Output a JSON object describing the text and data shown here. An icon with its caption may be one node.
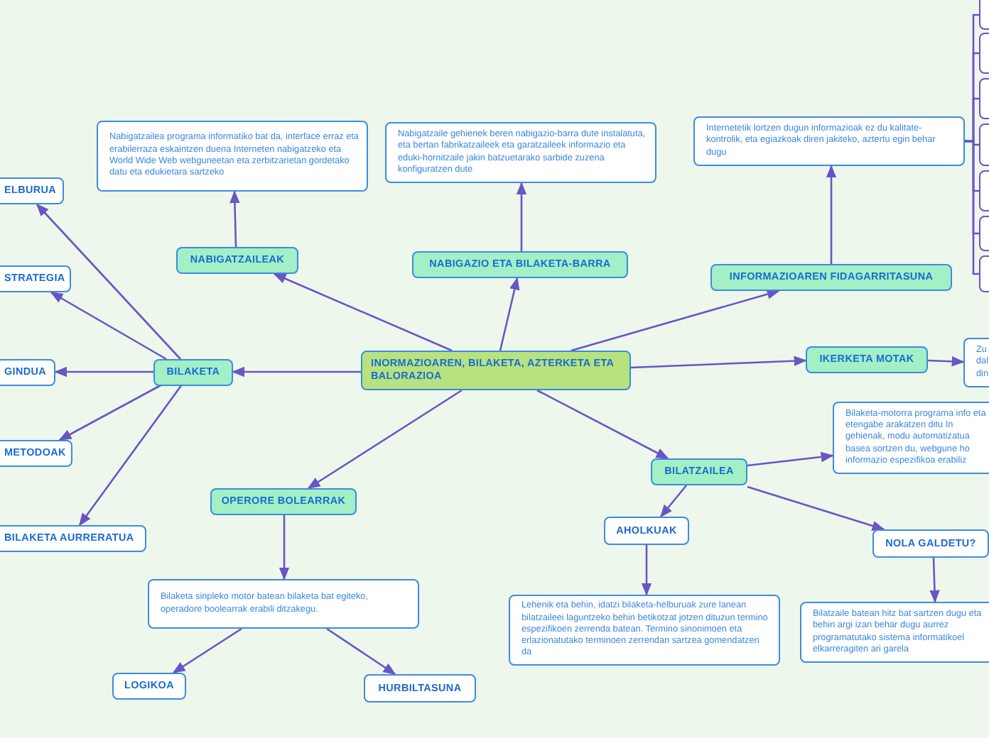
{
  "diagram": {
    "nodes": [
      {
        "text": [
          "INORMAZIOAREN, BILAKETA, AZTERKETA ETA BALORAZIOA"
        ]
      },
      {
        "text": [
          "NABIGATZAILEAK"
        ]
      },
      {
        "text": [
          "NABIGAZIO ETA BILAKETA-BARRA"
        ]
      },
      {
        "text": [
          "INFORMAZIOAREN FIDAGARRITASUNA"
        ]
      },
      {
        "text": [
          "IKERKETA MOTAK"
        ]
      },
      {
        "text": [
          "BILAKETA"
        ]
      },
      {
        "text": [
          "OPERORE BOLEARRAK"
        ]
      },
      {
        "text": [
          "BILATZAILEA"
        ]
      },
      {
        "text": [
          "Nabigatzailea programa informatiko bat da, interface erraz eta erabilerraza eskaintzen duena Interneten nabigatzeko eta World Wide Web webguneetan eta zerbitzarietan gordetako datu eta edukietara sartzeko"
        ]
      },
      {
        "text": [
          "Nabigatzaile gehienek beren nabigazio-barra dute instalatuta, eta bertan fabrikatzaileek eta garatzaileek informazio eta eduki-hornitzaile jakin batzuetarako sarbide zuzena konfiguratzen dute"
        ]
      },
      {
        "text": [
          "Internetetik lortzen dugun informazioak ez du kalitate-kontrolik, eta egiazkoak diren jakiteko, aztertu egin behar dugu"
        ]
      },
      {
        "text": [
          "Zu dal din"
        ]
      },
      {
        "text": [
          "ELBURUA"
        ]
      },
      {
        "text": [
          "STRATEGIA"
        ]
      },
      {
        "text": [
          "GINDUA"
        ]
      },
      {
        "text": [
          "METODOAK"
        ]
      },
      {
        "text": [
          "BILAKETA AURRERATUA"
        ]
      },
      {
        "text": [
          "Bilaketa sinpleko motor batean bilaketa bat egiteko, operadore boolearrak erabili ditzakegu."
        ]
      },
      {
        "text": [
          "LOGIKOA"
        ]
      },
      {
        "text": [
          "HURBILTASUNA"
        ]
      },
      {
        "text": [
          "Bilaketa-motorra programa info eta etengabe arakatzen ditu In gehienak, modu automatizatua basea sortzen du, webgune ho informazio espezifikoa erabiliz"
        ]
      },
      {
        "text": [
          "AHOLKUAK"
        ]
      },
      {
        "text": [
          "Lehenik eta behin, idatzi bilaketa-helburuak zure lanean bilatzaileei laguntzeko behin betikotzat jotzen dituzun termino espezifikoen zerrenda batean. Termino sinonimoen eta erlazionatutako terminoen zerrendan sartzea gomendatzen da"
        ]
      },
      {
        "text": [
          "NOLA GALDETU?"
        ]
      },
      {
        "text": [
          "Bilatzaile batean hitz bat sartzen dugu eta behin argi izan behar dugu aurrez programatutako sistema informatikoel elkarreragiten ari garela"
        ]
      },
      {
        "text": [],
        "shape": "box"
      },
      {
        "text": [],
        "shape": "box"
      },
      {
        "text": [],
        "shape": "box"
      },
      {
        "text": [],
        "shape": "box"
      },
      {
        "text": [],
        "shape": "box"
      },
      {
        "text": [],
        "shape": "box"
      },
      {
        "text": [],
        "shape": "box"
      }
    ],
    "edges": [
      {
        "from": 0,
        "to": 1,
        "arrow": "to"
      },
      {
        "from": 0,
        "to": 2,
        "arrow": "to"
      },
      {
        "from": 0,
        "to": 3,
        "arrow": "to"
      },
      {
        "from": 0,
        "to": 4,
        "arrow": "to"
      },
      {
        "from": 0,
        "to": 5,
        "arrow": "to"
      },
      {
        "from": 0,
        "to": 6,
        "arrow": "to"
      },
      {
        "from": 0,
        "to": 7,
        "arrow": "to"
      },
      {
        "from": 1,
        "to": 8,
        "arrow": "to"
      },
      {
        "from": 2,
        "to": 9,
        "arrow": "to"
      },
      {
        "from": 3,
        "to": 10,
        "arrow": "to"
      },
      {
        "from": 4,
        "to": 11,
        "arrow": "to"
      },
      {
        "from": 5,
        "to": 12,
        "arrow": "to"
      },
      {
        "from": 5,
        "to": 13,
        "arrow": "to"
      },
      {
        "from": 5,
        "to": 14,
        "arrow": "to"
      },
      {
        "from": 5,
        "to": 15,
        "arrow": "to"
      },
      {
        "from": 5,
        "to": 16,
        "arrow": "to"
      },
      {
        "from": 6,
        "to": 17,
        "arrow": "to"
      },
      {
        "from": 17,
        "to": 18,
        "arrow": "to"
      },
      {
        "from": 17,
        "to": 19,
        "arrow": "to"
      },
      {
        "from": 7,
        "to": 20,
        "arrow": "to"
      },
      {
        "from": 7,
        "to": 21,
        "arrow": "to"
      },
      {
        "from": 7,
        "to": 23,
        "arrow": "to"
      },
      {
        "from": 21,
        "to": 22,
        "arrow": "to"
      },
      {
        "from": 23,
        "to": 24,
        "arrow": "to"
      },
      {
        "from": 10,
        "to": 25,
        "arrow": "none"
      },
      {
        "from": 10,
        "to": 26,
        "arrow": "none"
      },
      {
        "from": 10,
        "to": 27,
        "arrow": "none"
      },
      {
        "from": 10,
        "to": 28,
        "arrow": "none"
      },
      {
        "from": 10,
        "to": 29,
        "arrow": "none"
      },
      {
        "from": 10,
        "to": 30,
        "arrow": "none"
      },
      {
        "from": 10,
        "to": 31,
        "arrow": "none"
      }
    ]
  }
}
